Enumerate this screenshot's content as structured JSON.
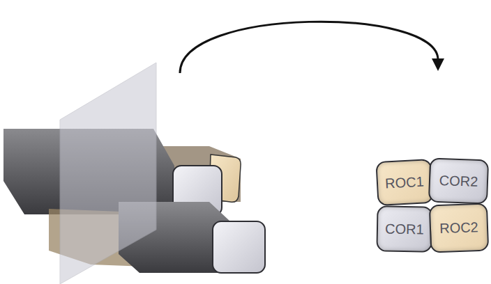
{
  "diagram": {
    "nodes": [
      {
        "text": [
          "ROC1"
        ]
      },
      {
        "text": [
          "COR2"
        ]
      },
      {
        "text": [
          "COR1"
        ]
      },
      {
        "text": [
          "ROC2"
        ]
      }
    ]
  }
}
